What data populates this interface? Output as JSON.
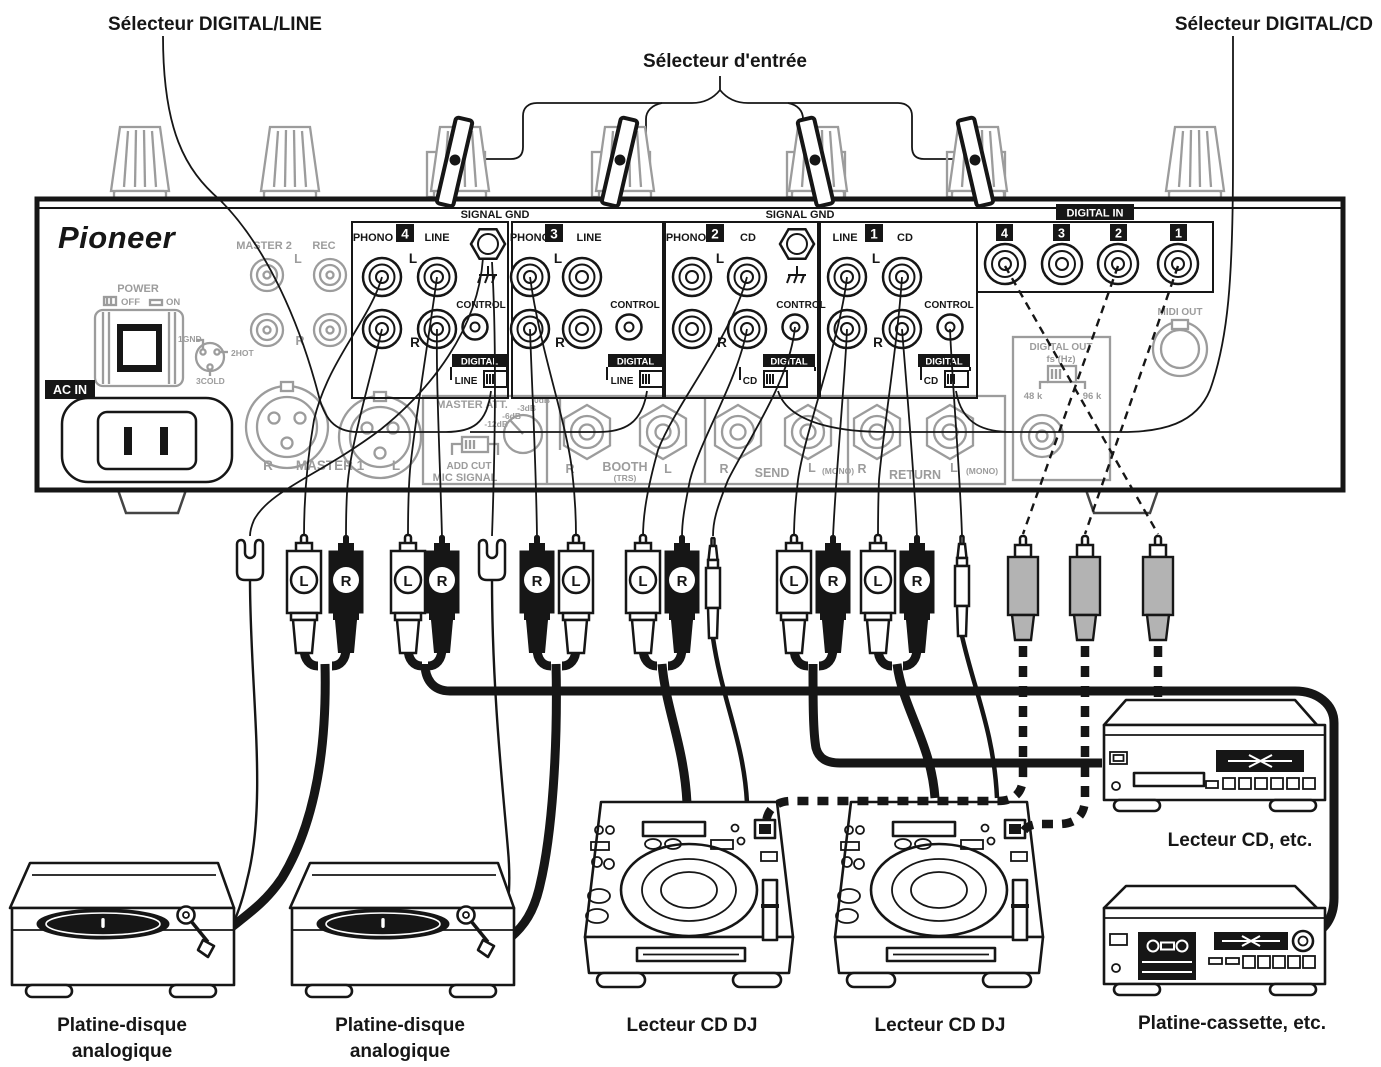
{
  "callouts": {
    "left": "Sélecteur DIGITAL/LINE",
    "center": "Sélecteur d'entrée",
    "right": "Sélecteur DIGITAL/CD"
  },
  "mixer": {
    "brand": "Pioneer",
    "signal_gnd": "SIGNAL GND",
    "rear": {
      "master2": "MASTER 2",
      "rec": "REC",
      "l": "L",
      "r": "R",
      "power": "POWER",
      "off": "OFF",
      "on": "ON",
      "pin1": "1GND",
      "pin2": "2HOT",
      "pin3": "3COLD",
      "ac_in": "AC IN"
    },
    "master1": {
      "r": "R",
      "label": "MASTER 1",
      "l": "L"
    },
    "channels": [
      {
        "num": "4",
        "left": "PHONO",
        "right": "LINE",
        "l": "L",
        "r": "R",
        "control": "CONTROL",
        "digital": "DIGITAL",
        "switch": "LINE"
      },
      {
        "num": "3",
        "left": "PHONO",
        "right": "LINE",
        "l": "L",
        "r": "R",
        "control": "CONTROL",
        "digital": "DIGITAL",
        "switch": "LINE"
      },
      {
        "num": "2",
        "left": "PHONO",
        "right": "CD",
        "l": "L",
        "r": "R",
        "control": "CONTROL",
        "digital": "DIGITAL",
        "switch": "CD"
      },
      {
        "num": "1",
        "left": "LINE",
        "right": "CD",
        "l": "L",
        "r": "R",
        "control": "CONTROL",
        "digital": "DIGITAL",
        "switch": "CD"
      }
    ],
    "att": {
      "label": "MASTER ATT.",
      "d0": "0dB",
      "d3": "-3dB",
      "d6": "-6dB",
      "d12": "-12dB"
    },
    "mic": {
      "add_cut": "ADD CUT",
      "label": "MIC SIGNAL"
    },
    "booth": {
      "r": "R",
      "label": "BOOTH",
      "trs": "(TRS)",
      "l": "L"
    },
    "send": {
      "r": "R",
      "label": "SEND",
      "l": "L",
      "mono": "(MONO)"
    },
    "ret": {
      "r": "R",
      "label": "RETURN",
      "l": "L",
      "mono": "(MONO)"
    },
    "digital_in": {
      "label": "DIGITAL IN",
      "jacks": [
        "4",
        "3",
        "2",
        "1"
      ]
    },
    "digital_out": {
      "label": "DIGITAL OUT",
      "fs": "fs (Hz)",
      "k48": "48 k",
      "k96": "96 k"
    },
    "midi_out": "MIDI OUT"
  },
  "plugs": {
    "l": "L",
    "r": "R"
  },
  "devices": {
    "turntable": [
      "Platine-disque",
      "analogique"
    ],
    "cdj": "Lecteur CD DJ",
    "cd_player": "Lecteur CD, etc.",
    "cassette": "Platine-cassette, etc."
  }
}
